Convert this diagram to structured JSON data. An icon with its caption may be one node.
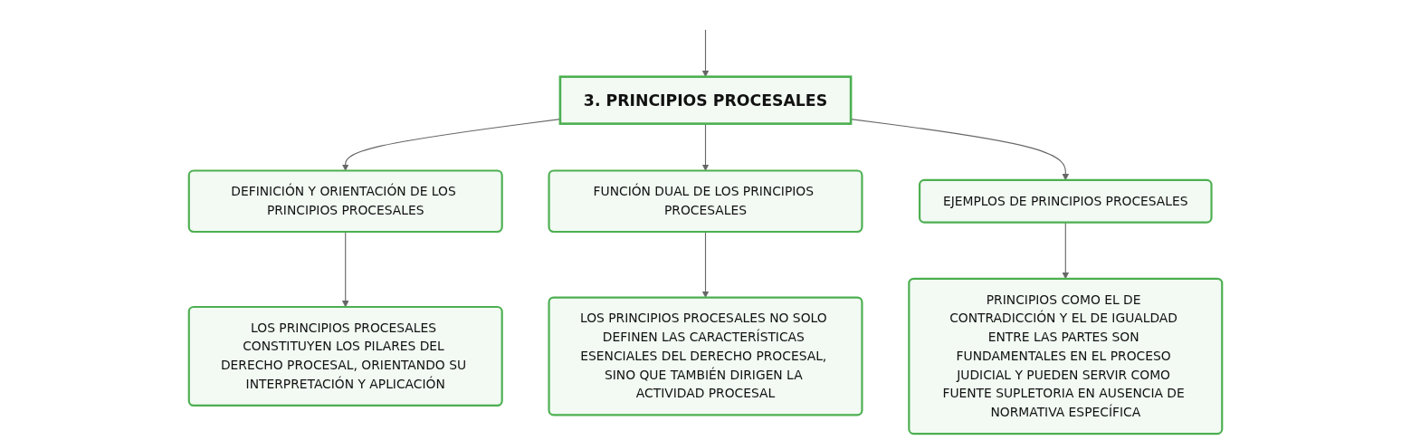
{
  "diagram": {
    "nodes": [
      {
        "text": [
          "3. PRINCIPIOS PROCESALES"
        ]
      },
      {
        "text": [
          "DEFINICIÓN Y ORIENTACIÓN DE LOS PRINCIPIOS PROCESALES"
        ]
      },
      {
        "text": [
          "FUNCIÓN DUAL DE LOS PRINCIPIOS PROCESALES"
        ]
      },
      {
        "text": [
          "EJEMPLOS DE PRINCIPIOS PROCESALES"
        ]
      },
      {
        "text": [
          "LOS PRINCIPIOS PROCESALES CONSTITUYEN LOS PILARES DEL DERECHO PROCESAL, ORIENTANDO SU INTERPRETACIÓN Y APLICACIÓN"
        ]
      },
      {
        "text": [
          "LOS PRINCIPIOS PROCESALES NO SOLO DEFINEN LAS CARACTERÍSTICAS ESENCIALES DEL DERECHO PROCESAL, SINO QUE TAMBIÉN DIRIGEN LA ACTIVIDAD PROCESAL"
        ]
      },
      {
        "text": [
          "PRINCIPIOS COMO EL DE CONTRADICCIÓN Y EL DE IGUALDAD ENTRE LAS PARTES SON FUNDAMENTALES EN EL PROCESO JUDICIAL Y PUEDEN SERVIR COMO FUENTE SUPLETORIA EN AUSENCIA DE NORMATIVA ESPECÍFICA"
        ]
      }
    ],
    "edges": [
      {
        "from": null,
        "to": 0,
        "arrow": "to"
      },
      {
        "from": 0,
        "to": 1,
        "arrow": "to"
      },
      {
        "from": 0,
        "to": 2,
        "arrow": "to"
      },
      {
        "from": 0,
        "to": 3,
        "arrow": "to"
      },
      {
        "from": 1,
        "to": 4,
        "arrow": "to"
      },
      {
        "from": 2,
        "to": 5,
        "arrow": "to"
      },
      {
        "from": 3,
        "to": 6,
        "arrow": "to"
      }
    ]
  }
}
